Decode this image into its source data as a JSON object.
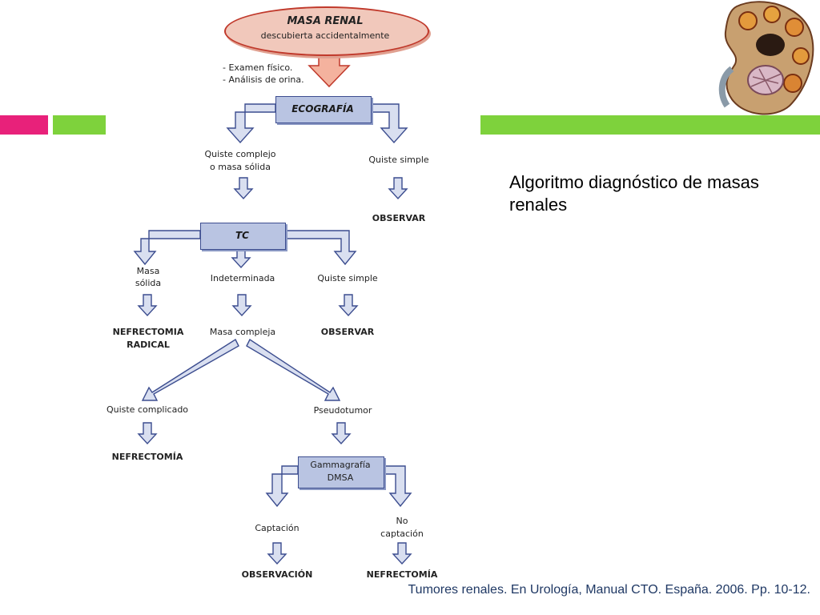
{
  "slide": {
    "title": "Algoritmo diagnóstico de masas renales",
    "citation": "Tumores renales. En Urología, Manual CTO. España. 2006. Pp. 10-12.",
    "colors": {
      "accent_pink": "#e8217a",
      "accent_green": "#7ed23c",
      "box_fill": "#b9c4e2",
      "box_border": "#3c4d8f",
      "oval_fill": "#f1c8bb",
      "oval_border": "#c0392b"
    }
  },
  "flowchart": {
    "start": {
      "title": "MASA RENAL",
      "subtitle": "descubierta accidentalmente"
    },
    "pre_steps": [
      "- Examen físico.",
      "- Análisis de orina."
    ],
    "ecografia": "ECOGRAFÍA",
    "quiste_complejo": [
      "Quiste complejo",
      "o masa sólida"
    ],
    "quiste_simple_1": "Quiste simple",
    "observar_1": "OBSERVAR",
    "tc": "TC",
    "masa_solida": [
      "Masa",
      "sólida"
    ],
    "indeterminada": "Indeterminada",
    "quiste_simple_2": "Quiste simple",
    "nefrectomia_radical": [
      "NEFRECTOMIA",
      "RADICAL"
    ],
    "masa_compleja": "Masa compleja",
    "observar_2": "OBSERVAR",
    "quiste_complicado": "Quiste complicado",
    "pseudotumor": "Pseudotumor",
    "nefrectomia_1": "NEFRECTOMÍA",
    "gammagrafia": [
      "Gammagrafía",
      "DMSA"
    ],
    "captacion": "Captación",
    "no_captacion": [
      "No",
      "captación"
    ],
    "observacion": "OBSERVACIÓN",
    "nefrectomia_2": "NEFRECTOMÍA"
  },
  "image": {
    "icon": "kidney-illustration-icon"
  }
}
